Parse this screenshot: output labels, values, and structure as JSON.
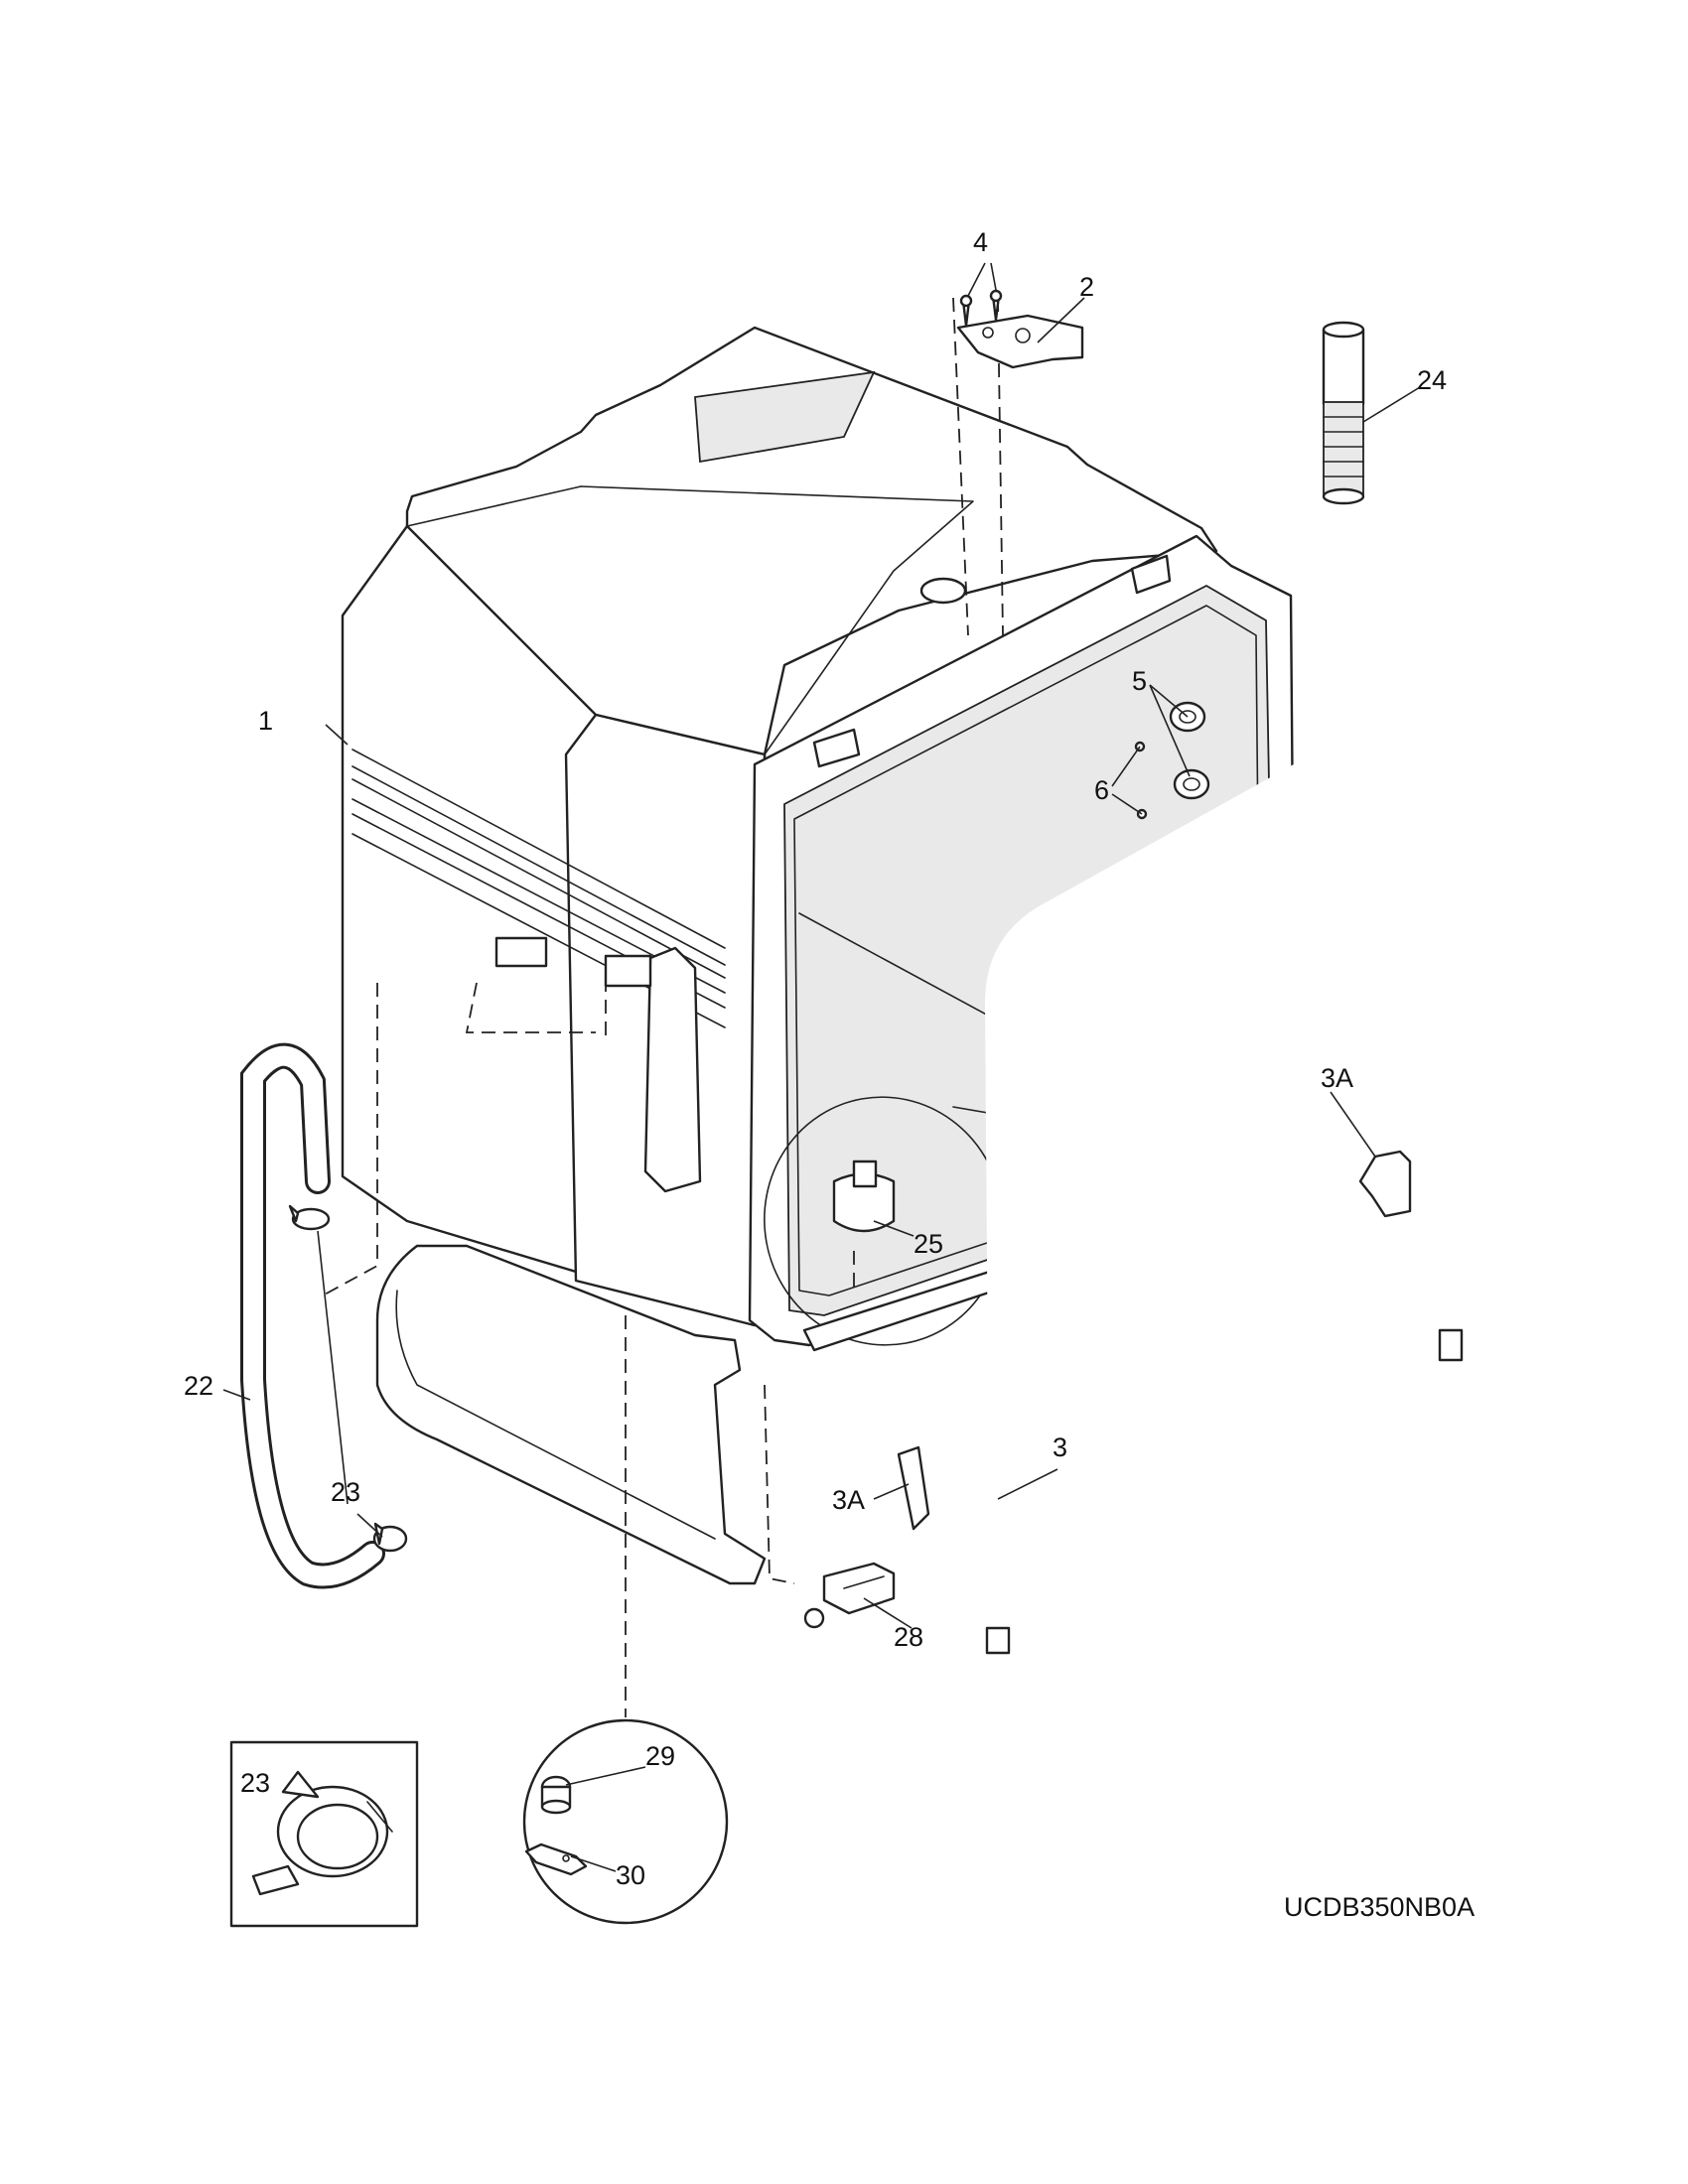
{
  "model_code": "UCDB350NB0A",
  "callouts": {
    "c1": "1",
    "c2": "2",
    "c3": "3",
    "c3a_upper": "3A",
    "c3a_lower": "3A",
    "c4": "4",
    "c5": "5",
    "c6": "6",
    "c22": "22",
    "c23_hose": "23",
    "c23_clamp": "23",
    "c23_inset": "23",
    "c24": "24",
    "c25": "25",
    "c28": "28",
    "c29": "29",
    "c30": "30"
  },
  "icons": {
    "tub": "dishwasher-tub-icon",
    "gasket": "door-gasket-icon",
    "hose": "drain-hose-icon",
    "clamp": "hose-clamp-icon",
    "pipe": "fill-pipe-icon"
  }
}
